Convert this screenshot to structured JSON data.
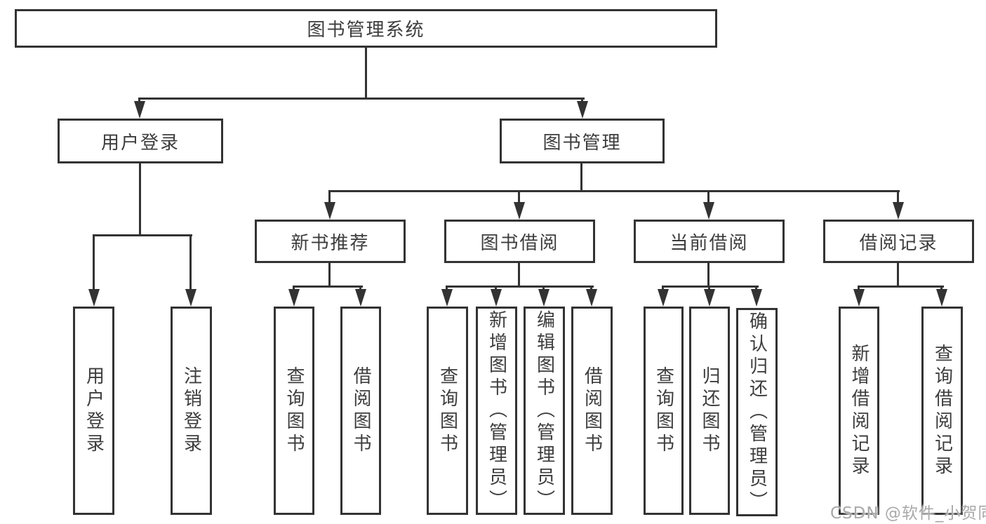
{
  "diagram": {
    "root": {
      "label": "图书管理系统"
    },
    "branches": [
      {
        "label": "用户登录",
        "children": [
          {
            "label": "用户登录"
          },
          {
            "label": "注销登录"
          }
        ]
      },
      {
        "label": "图书管理",
        "sections": [
          {
            "label": "新书推荐",
            "children": [
              {
                "label": "查询图书"
              },
              {
                "label": "借阅图书"
              }
            ]
          },
          {
            "label": "图书借阅",
            "children": [
              {
                "label": "查询图书"
              },
              {
                "label": "新增图书（管理员）"
              },
              {
                "label": "编辑图书（管理员）"
              },
              {
                "label": "借阅图书"
              }
            ]
          },
          {
            "label": "当前借阅",
            "children": [
              {
                "label": "查询图书"
              },
              {
                "label": "归还图书"
              },
              {
                "label": "确认归还（管理员）"
              }
            ]
          },
          {
            "label": "借阅记录",
            "children": [
              {
                "label": "新增借阅记录"
              },
              {
                "label": "查询借阅记录"
              }
            ]
          }
        ]
      }
    ]
  },
  "watermark": {
    "text": "CSDN @软件_小贺同学"
  },
  "colors": {
    "line": "#333333",
    "text": "#3d3d3d",
    "background": "#ffffff",
    "watermark": "#a9a9a9"
  }
}
